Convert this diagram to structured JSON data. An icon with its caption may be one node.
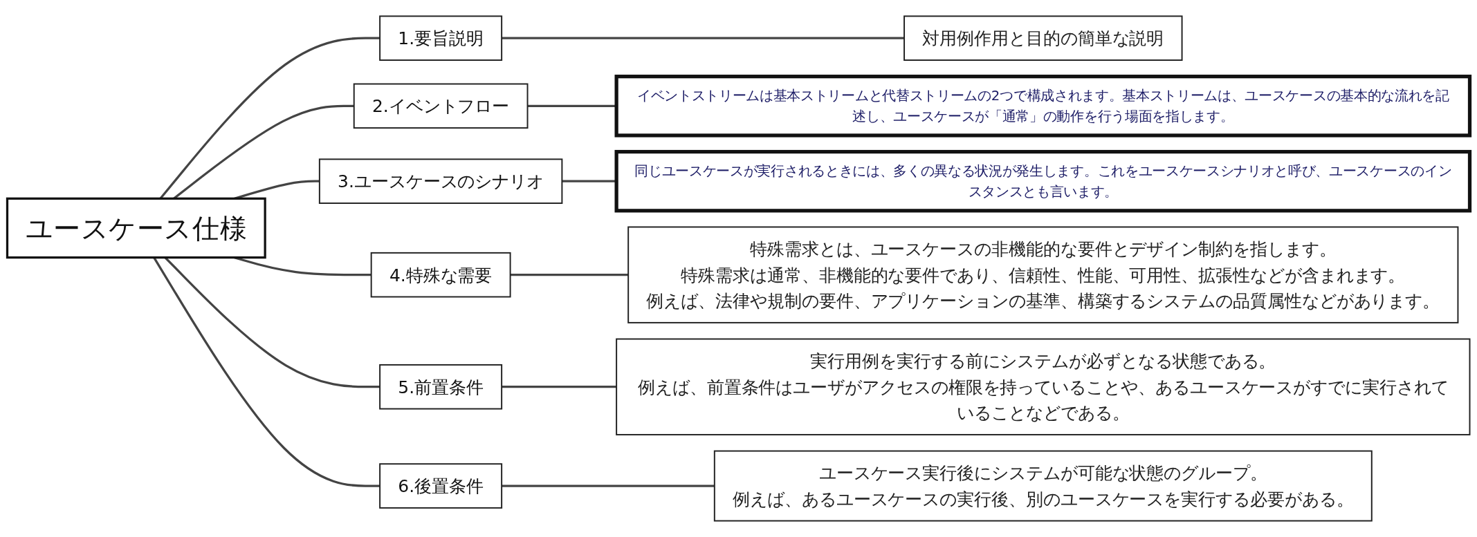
{
  "diagram": {
    "nodes": [
      {
        "text": [
          "ユースケース仕様"
        ]
      },
      {
        "text": [
          "1.要旨説明"
        ]
      },
      {
        "text": [
          "対用例作用と目的の簡単な説明"
        ]
      },
      {
        "text": [
          "2.イベントフロー"
        ]
      },
      {
        "text": [
          "イベントストリームは基本ストリームと代替ストリームの2つで構成されます。基本ストリームは、ユースケースの基本的な流れを記述し、ユースケースが「通常」の動作を行う場面を指します。"
        ]
      },
      {
        "text": [
          "3.ユースケースのシナリオ"
        ]
      },
      {
        "text": [
          "同じユースケースが実行されるときには、多くの異なる状況が発生します。これをユースケースシナリオと呼び、ユースケースのインスタンスとも言います。"
        ]
      },
      {
        "text": [
          "4.特殊な需要"
        ]
      },
      {
        "text": [
          "特殊需求とは、ユースケースの非機能的な要件とデザイン制約を指します。",
          "特殊需求は通常、非機能的な要件であり、信頼性、性能、可用性、拡張性などが含まれます。",
          "例えば、法律や規制の要件、アプリケーションの基準、構築するシステムの品質属性などがあります。"
        ]
      },
      {
        "text": [
          "5.前置条件"
        ]
      },
      {
        "text": [
          "実行用例を実行する前にシステムが必ずとなる状態である。",
          "例えば、前置条件はユーザがアクセスの権限を持っていることや、あるユースケースがすでに実行されていることなどである。"
        ]
      },
      {
        "text": [
          "6.後置条件"
        ]
      },
      {
        "text": [
          "ユースケース実行後にシステムが可能な状態のグループ。",
          "例えば、あるユースケースの実行後、別のユースケースを実行する必要がある。"
        ]
      }
    ],
    "edges": [
      {
        "from": 0,
        "to": 1,
        "arrow": "none"
      },
      {
        "from": 1,
        "to": 2,
        "arrow": "none"
      },
      {
        "from": 0,
        "to": 3,
        "arrow": "none"
      },
      {
        "from": 3,
        "to": 4,
        "arrow": "none"
      },
      {
        "from": 0,
        "to": 5,
        "arrow": "none"
      },
      {
        "from": 5,
        "to": 6,
        "arrow": "none"
      },
      {
        "from": 0,
        "to": 7,
        "arrow": "none"
      },
      {
        "from": 7,
        "to": 8,
        "arrow": "none"
      },
      {
        "from": 0,
        "to": 9,
        "arrow": "none"
      },
      {
        "from": 9,
        "to": 10,
        "arrow": "none"
      },
      {
        "from": 0,
        "to": 11,
        "arrow": "none"
      },
      {
        "from": 11,
        "to": 12,
        "arrow": "none"
      }
    ]
  }
}
